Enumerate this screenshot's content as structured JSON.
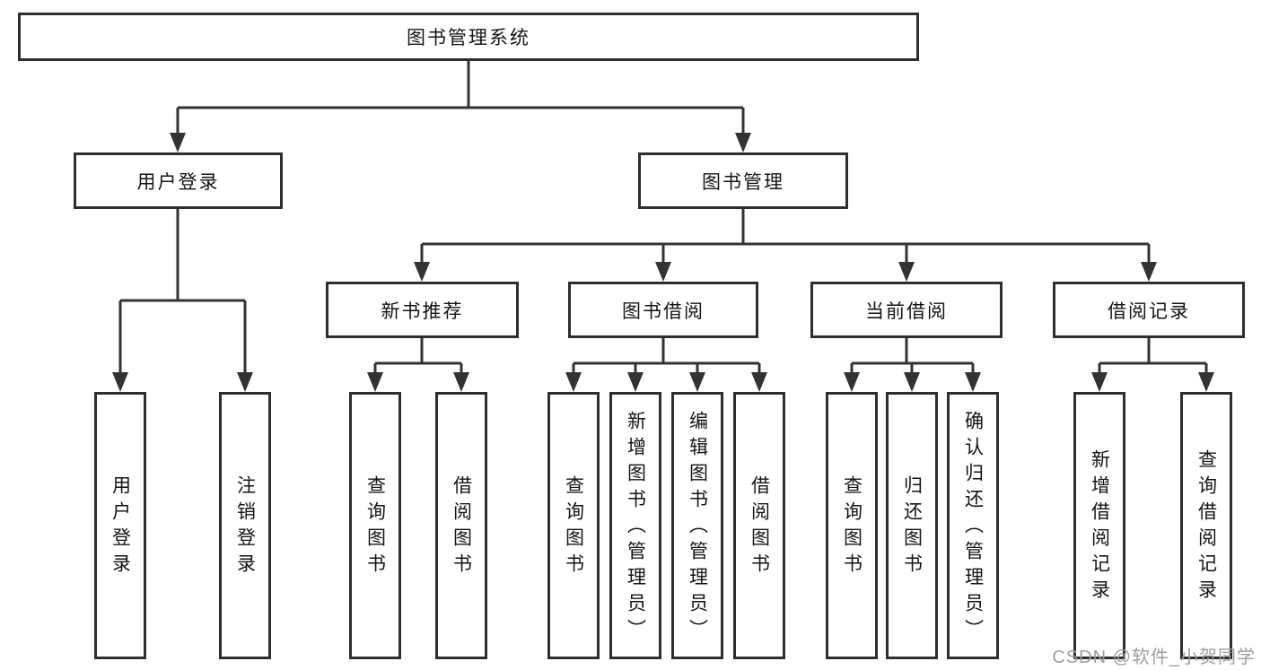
{
  "diagram": {
    "root": {
      "label": "图书管理系统"
    },
    "branches": [
      {
        "label": "用户登录",
        "children": [
          {
            "label": "用户登录"
          },
          {
            "label": "注销登录"
          }
        ]
      },
      {
        "label": "图书管理",
        "children": [
          {
            "label": "新书推荐",
            "children": [
              {
                "label": "查询图书"
              },
              {
                "label": "借阅图书"
              }
            ]
          },
          {
            "label": "图书借阅",
            "children": [
              {
                "label": "查询图书"
              },
              {
                "label": "新增图书（管理员）"
              },
              {
                "label": "编辑图书（管理员）"
              },
              {
                "label": "借阅图书"
              }
            ]
          },
          {
            "label": "当前借阅",
            "children": [
              {
                "label": "查询图书"
              },
              {
                "label": "归还图书"
              },
              {
                "label": "确认归还（管理员）"
              }
            ]
          },
          {
            "label": "借阅记录",
            "children": [
              {
                "label": "新增借阅记录"
              },
              {
                "label": "查询借阅记录"
              }
            ]
          }
        ]
      }
    ]
  },
  "watermark": {
    "text": "CSDN @软件_小贺同学"
  },
  "colors": {
    "line": "#333333",
    "box_border": "#2e2e2e",
    "text": "#141414",
    "watermark": "#9e9e9e",
    "background": "#ffffff"
  }
}
